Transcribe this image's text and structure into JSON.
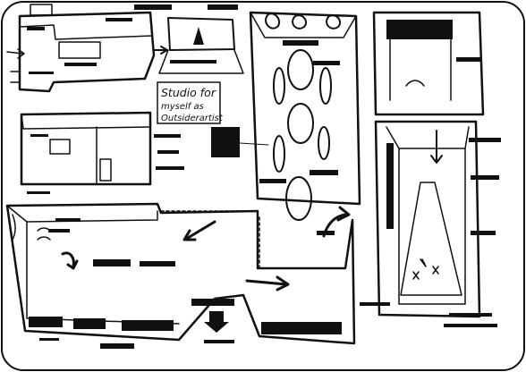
{
  "note": {
    "lines": [
      "Studio for",
      "myself as",
      "Outsiderartist"
    ]
  },
  "colors": {
    "ink": "#111111",
    "paper": "#ffffff"
  }
}
